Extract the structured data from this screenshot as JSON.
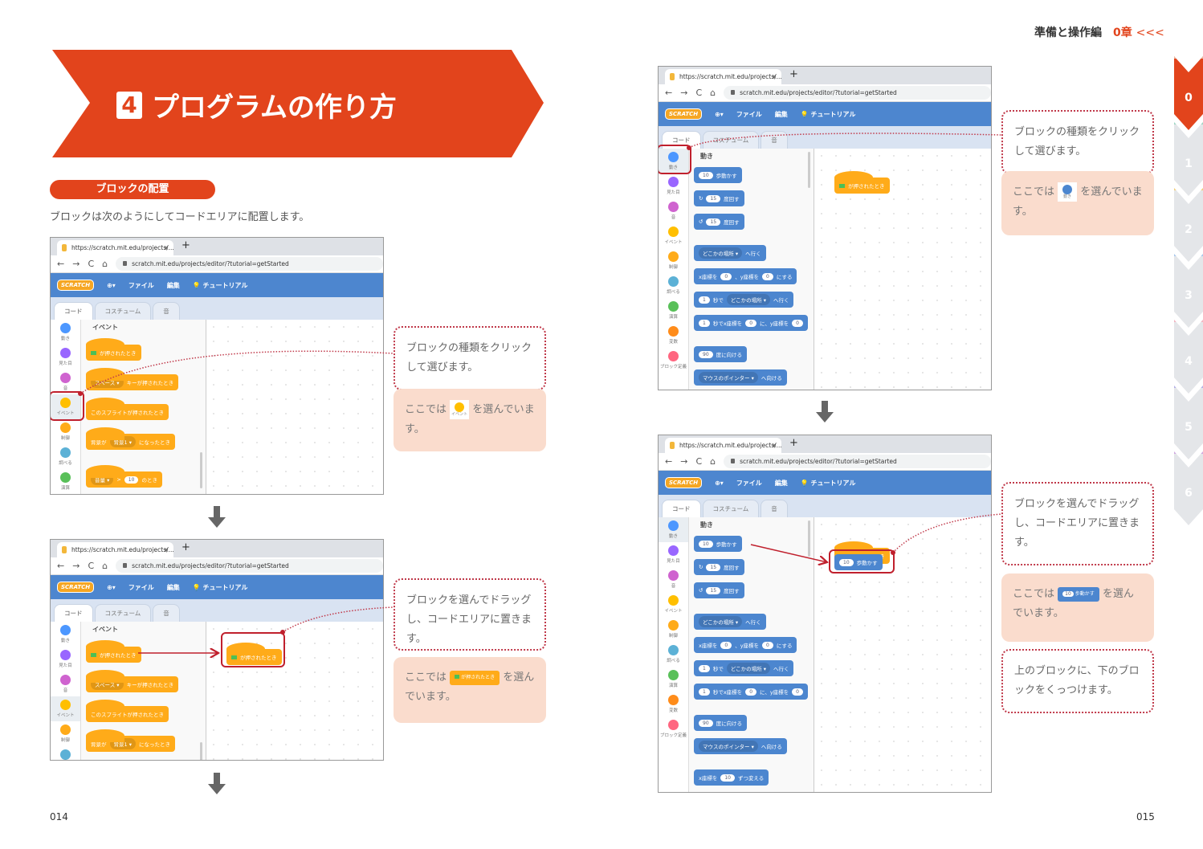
{
  "header": {
    "section": "準備と操作編",
    "chapter": "0章",
    "marks": "<<<"
  },
  "chapters": [
    "0",
    "1",
    "2",
    "3",
    "4",
    "5",
    "6"
  ],
  "active_chapter": "0",
  "colors": {
    "accent": "#e2441c",
    "callout_pink": "#fadccd",
    "scratch_blue": "#4d86cf"
  },
  "title": {
    "number": "4",
    "text": "プログラムの作り方"
  },
  "section": {
    "label": "ブロックの配置",
    "intro": "ブロックは次のようにしてコードエリアに配置します。"
  },
  "browser": {
    "tab_title": "https://scratch.mit.edu/projects/...",
    "close": "×",
    "new_tab": "+",
    "url": "scratch.mit.edu/projects/editor/?tutorial=getStarted",
    "nav": [
      "←",
      "→",
      "C",
      "⌂"
    ]
  },
  "scratch": {
    "logo": "SCRATCH",
    "menu": [
      "⊕▾",
      "ファイル",
      "編集",
      "💡 チュートリアル"
    ],
    "tabs": [
      "コード",
      "コスチューム",
      "音"
    ],
    "categories": [
      {
        "label": "動き",
        "color": "#4c97ff"
      },
      {
        "label": "見た目",
        "color": "#9966ff"
      },
      {
        "label": "音",
        "color": "#cf63cf"
      },
      {
        "label": "イベント",
        "color": "#ffbf00"
      },
      {
        "label": "制御",
        "color": "#ffab19"
      },
      {
        "label": "調べる",
        "color": "#5cb1d6"
      },
      {
        "label": "演算",
        "color": "#59c059"
      },
      {
        "label": "変数",
        "color": "#ff8c1a"
      },
      {
        "label": "ブロック定義",
        "color": "#ff6680"
      }
    ],
    "event_palette": {
      "title": "イベント",
      "color": "#ffab19",
      "blocks": [
        {
          "hat": true,
          "parts": [
            {
              "f": ""
            },
            {
              "t": "が押されたとき"
            }
          ]
        },
        {
          "hat": true,
          "parts": [
            {
              "d": "スペース ▾"
            },
            {
              "t": "キーが押されたとき"
            }
          ]
        },
        {
          "hat": true,
          "parts": [
            {
              "t": "このスプライトが押されたとき"
            }
          ]
        },
        {
          "hat": true,
          "parts": [
            {
              "t": "背景が"
            },
            {
              "d": "背景1 ▾"
            },
            {
              "t": "になったとき"
            }
          ]
        },
        {
          "hat": true,
          "parts": [
            {
              "d": "音量 ▾"
            },
            {
              "t": ">"
            },
            {
              "n": "10"
            },
            {
              "t": "のとき"
            }
          ]
        }
      ]
    },
    "motion_palette": {
      "title": "動き",
      "color": "#4c86cf",
      "blocks": [
        {
          "parts": [
            {
              "n": "10"
            },
            {
              "t": "歩動かす"
            }
          ]
        },
        {
          "parts": [
            {
              "t": "↻"
            },
            {
              "n": "15"
            },
            {
              "t": "度回す"
            }
          ]
        },
        {
          "parts": [
            {
              "t": "↺"
            },
            {
              "n": "15"
            },
            {
              "t": "度回す"
            }
          ]
        },
        {
          "parts": [
            {
              "d": "どこかの場所 ▾"
            },
            {
              "t": "へ行く"
            }
          ]
        },
        {
          "parts": [
            {
              "t": "x座標を"
            },
            {
              "n": "0"
            },
            {
              "t": "、y座標を"
            },
            {
              "n": "0"
            },
            {
              "t": "にする"
            }
          ]
        },
        {
          "parts": [
            {
              "n": "1"
            },
            {
              "t": "秒で"
            },
            {
              "d": "どこかの場所 ▾"
            },
            {
              "t": "へ行く"
            }
          ]
        },
        {
          "parts": [
            {
              "n": "1"
            },
            {
              "t": "秒でx座標を"
            },
            {
              "n": "0"
            },
            {
              "t": "に、y座標を"
            },
            {
              "n": "0"
            }
          ]
        },
        {
          "parts": [
            {
              "n": "90"
            },
            {
              "t": "度に向ける"
            }
          ]
        },
        {
          "parts": [
            {
              "d": "マウスのポインター ▾"
            },
            {
              "t": "へ向ける"
            }
          ]
        },
        {
          "parts": [
            {
              "t": "x座標を"
            },
            {
              "n": "10"
            },
            {
              "t": "ずつ変える"
            }
          ]
        }
      ]
    },
    "code_hat": {
      "parts": [
        {
          "f": ""
        },
        {
          "t": "が押されたとき"
        }
      ]
    },
    "code_move": {
      "parts": [
        {
          "n": "10"
        },
        {
          "t": "歩動かす"
        }
      ]
    }
  },
  "steps": [
    {
      "callout": "ブロックの種類をクリックして選びます。",
      "note_before": "ここでは",
      "note_icon": "イベント",
      "note_after": "を選んでいます。"
    },
    {
      "callout": "ブロックを選んでドラッグし、コードエリアに置きます。",
      "note_before": "ここでは",
      "note_icon": "が押されたとき",
      "note_after": "を選んでいます。"
    },
    {
      "callout": "ブロックの種類をクリックして選びます。",
      "note_before": "ここでは",
      "note_icon": "動き",
      "note_after": "を選んでいます。"
    },
    {
      "callout": "ブロックを選んでドラッグし、コードエリアに置きます。",
      "note_before": "ここでは",
      "note_icon": "歩動かす",
      "note_icon_num": "10",
      "note_after": "を選んでいます。",
      "callout2": "上のブロックに、下のブロックをくっつけます。"
    }
  ],
  "pages": {
    "left": "014",
    "right": "015"
  }
}
